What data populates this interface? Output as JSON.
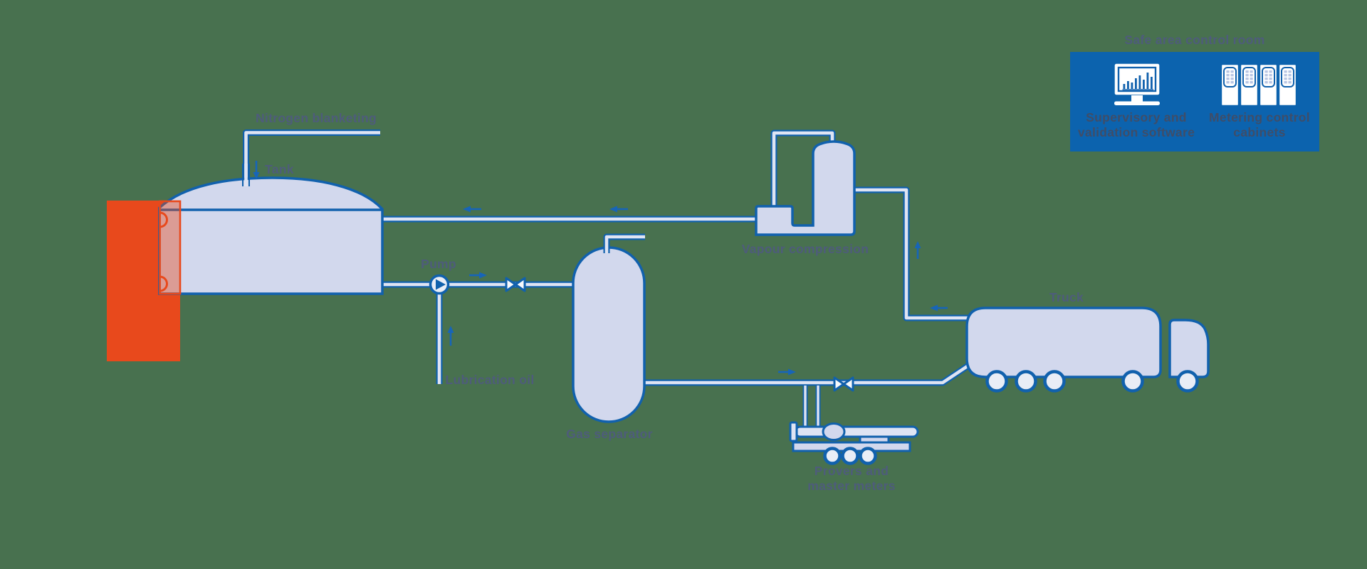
{
  "colors": {
    "background": "#48714F",
    "outline_blue": "#1161AD",
    "vessel_fill": "#D2D8ED",
    "pipe_fill": "#DFE4F3",
    "accent_orange": "#E8491C",
    "panel_blue": "#0C63AE",
    "label_text": "#4E5C7B",
    "arrow_blue": "#1765B8",
    "icon_white": "#FFFFFF"
  },
  "diagram": {
    "nitrogen_label": "Nitrogen blanketing",
    "tank_label": "Tank",
    "pump_label": "Pump",
    "lubrication_label": "Lubrication oil",
    "gas_separator_label": "Gas separator",
    "vapour_compression_label": "Vapour compression",
    "truck_label": "Truck",
    "provers_label_line1": "Provers and",
    "provers_label_line2": "master meters"
  },
  "control_room": {
    "title": "Safe area control room",
    "supervisory_label_line1": "Supervisory and",
    "supervisory_label_line2": "validation software",
    "metering_label_line1": "Metering control",
    "metering_label_line2": "cabinets"
  }
}
